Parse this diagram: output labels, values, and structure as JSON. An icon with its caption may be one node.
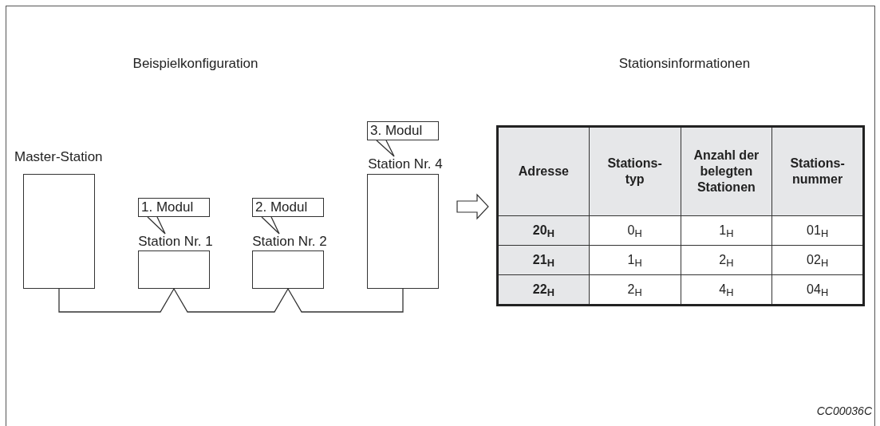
{
  "diagram": {
    "nodes": [
      {
        "text": [
          "Master-Station"
        ]
      },
      {
        "text": [
          "Station Nr. 1"
        ]
      },
      {
        "text": [
          "Station Nr. 2"
        ]
      },
      {
        "text": [
          "Station Nr. 4"
        ]
      },
      {
        "text": [
          "1. Modul"
        ]
      },
      {
        "text": [
          "2. Modul"
        ]
      },
      {
        "text": [
          "3. Modul"
        ]
      }
    ],
    "edges": [
      {
        "from": 0,
        "to": 1,
        "arrow": "none"
      },
      {
        "from": 1,
        "to": 2,
        "arrow": "none"
      },
      {
        "from": 2,
        "to": 3,
        "arrow": "none"
      },
      {
        "from": 4,
        "to": 1,
        "arrow": "none"
      },
      {
        "from": 5,
        "to": 2,
        "arrow": "none"
      },
      {
        "from": 6,
        "to": 3,
        "arrow": "none"
      }
    ],
    "labels": [
      "Beispielkonfiguration",
      "Stationsinformationen",
      "Adresse",
      "Stations- typ",
      "Anzahl der belegten Stationen",
      "Stations- nummer",
      "20$_{H}$",
      "0$_{H}$",
      "1$_{H}$",
      "01$_{H}$",
      "21$_{H}$",
      "1$_{H}$",
      "2$_{H}$",
      "02$_{H}$",
      "22$_{H}$",
      "2$_{H}$",
      "4$_{H}$",
      "04$_{H}$",
      "CC00036C"
    ]
  }
}
